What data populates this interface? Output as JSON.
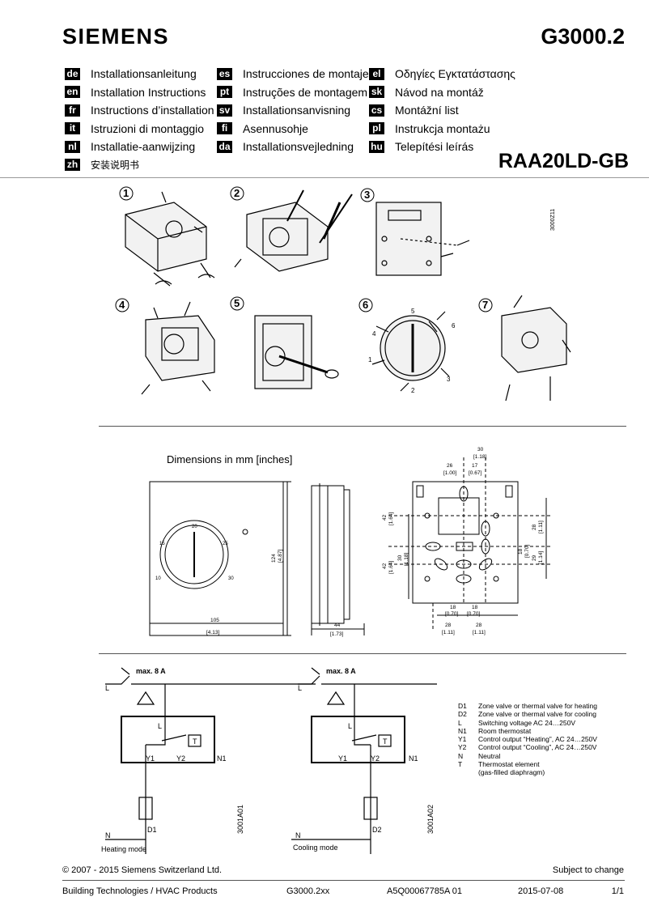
{
  "header": {
    "brand": "SIEMENS",
    "doc_number": "G3000.2",
    "model": "RAA20LD-GB"
  },
  "languages": {
    "col1": [
      {
        "code": "de",
        "text": "Installationsanleitung"
      },
      {
        "code": "en",
        "text": "Installation Instructions"
      },
      {
        "code": "fr",
        "text": "Instructions d’installation"
      },
      {
        "code": "it",
        "text": "Istruzioni di montaggio"
      },
      {
        "code": "nl",
        "text": "Installatie-aanwijzing"
      },
      {
        "code": "zh",
        "text": "安装说明书"
      }
    ],
    "col2": [
      {
        "code": "es",
        "text": "Instrucciones de montaje"
      },
      {
        "code": "pt",
        "text": "Instruções de montagem"
      },
      {
        "code": "sv",
        "text": "Installationsanvisning"
      },
      {
        "code": "fi",
        "text": "Asennusohje"
      },
      {
        "code": "da",
        "text": "Installationsvejledning"
      }
    ],
    "col3": [
      {
        "code": "el",
        "text": "Οδηγίες Εγκτατάστασης"
      },
      {
        "code": "sk",
        "text": "Návod na montáž"
      },
      {
        "code": "cs",
        "text": "Montážní list"
      },
      {
        "code": "pl",
        "text": "Instrukcja montażu"
      },
      {
        "code": "hu",
        "text": "Telepítési leírás"
      }
    ]
  },
  "steps": [
    "1",
    "2",
    "3",
    "4",
    "5",
    "6",
    "7"
  ],
  "step_figure_code": "3000Z11",
  "dimensions": {
    "title": "Dimensions in mm [inches]",
    "dial_numbers": [
      "20",
      "15",
      "25",
      "10",
      "30"
    ],
    "front": {
      "height": "124",
      "height_in": "[4.87]",
      "width": "105",
      "width_in": "[4.13]"
    },
    "side": {
      "depth": "44",
      "depth_in": "[1.73]"
    },
    "plate": {
      "top_30": "30",
      "top_30_in": "[1.18]",
      "top_26": "26",
      "top_26_in": "[1.00]",
      "top_17": "17",
      "top_17_in": "[0.67]",
      "left_42a": "42",
      "left_42a_in": "[1.64]",
      "left_30": "30",
      "left_30_in": "[1.18]",
      "left_42b": "42",
      "left_42b_in": "[1.64]",
      "right_28": "28",
      "right_28_in": "[1.11]",
      "right_18": "18",
      "right_18_in": "[0.70]",
      "right_29": "29",
      "right_29_in": "[1.14]",
      "bot_18a": "18",
      "bot_18a_in": "[0.70]",
      "bot_18b": "18",
      "bot_18b_in": "[0.70]",
      "bot_28a": "28",
      "bot_28a_in": "[1.11]",
      "bot_28b": "28",
      "bot_28b_in": "[1.11]"
    }
  },
  "wiring": {
    "max_label": "max. 8 A",
    "L": "L",
    "N": "N",
    "T": "T",
    "Y1": "Y1",
    "Y2": "Y2",
    "N1": "N1",
    "heating": {
      "device": "D1",
      "code": "3001A01",
      "caption": "Heating mode"
    },
    "cooling": {
      "device": "D2",
      "code": "3001A02",
      "caption": "Cooling mode"
    }
  },
  "legend": [
    {
      "key": "D1",
      "text": "Zone valve or thermal valve for heating"
    },
    {
      "key": "D2",
      "text": "Zone valve or thermal valve for cooling"
    },
    {
      "key": "L",
      "text": "Switching voltage AC 24…250V"
    },
    {
      "key": "N1",
      "text": "Room thermostat"
    },
    {
      "key": "Y1",
      "text": "Control output “Heating”, AC 24…250V"
    },
    {
      "key": "Y2",
      "text": "Control output “Cooling”, AC 24…250V"
    },
    {
      "key": "N",
      "text": "Neutral"
    },
    {
      "key": "T",
      "text": "Thermostat element"
    },
    {
      "key": "",
      "text": "(gas-filled diaphragm)"
    }
  ],
  "footer": {
    "copyright": "© 2007 - 2015 Siemens Switzerland Ltd.",
    "subject": "Subject to change",
    "division": "Building Technologies / HVAC Products",
    "doc": "G3000.2xx",
    "part": "A5Q00067785A 01",
    "date": "2015-07-08",
    "page": "1/1"
  }
}
